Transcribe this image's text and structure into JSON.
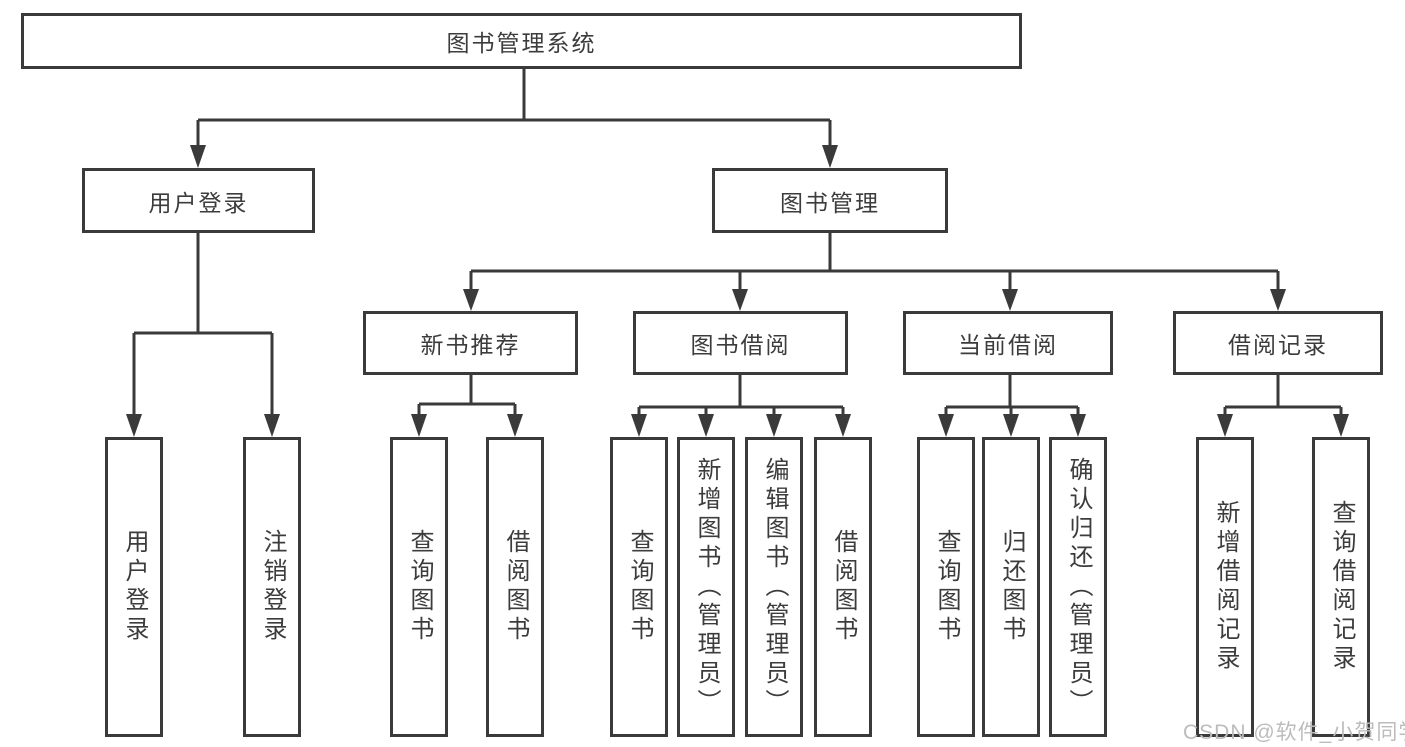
{
  "tree": {
    "root": "图书管理系统",
    "branches": [
      {
        "label": "用户登录",
        "children": [
          "用户登录",
          "注销登录"
        ]
      },
      {
        "label": "图书管理",
        "sections": [
          {
            "label": "新书推荐",
            "children": [
              "查询图书",
              "借阅图书"
            ]
          },
          {
            "label": "图书借阅",
            "children": [
              "查询图书",
              "新增图书（管理员）",
              "编辑图书（管理员）",
              "借阅图书"
            ]
          },
          {
            "label": "当前借阅",
            "children": [
              "查询图书",
              "归还图书",
              "确认归还（管理员）"
            ]
          },
          {
            "label": "借阅记录",
            "children": [
              "新增借阅记录",
              "查询借阅记录"
            ]
          }
        ]
      }
    ]
  },
  "watermark": {
    "text": "CSDN @软件_小贺同学"
  },
  "colors": {
    "line": "#3a3a3a",
    "box_border": "#3a3a3a",
    "box_fill": "#ffffff",
    "text": "#3c3c3c",
    "watermark": "#bcbcbc",
    "background": "#ffffff"
  }
}
